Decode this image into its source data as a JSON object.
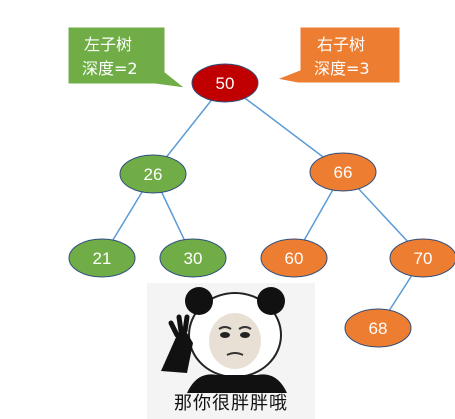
{
  "tree": {
    "nodes": [
      {
        "id": "n50",
        "label": "50",
        "group": "root"
      },
      {
        "id": "n26",
        "label": "26",
        "group": "left"
      },
      {
        "id": "n66",
        "label": "66",
        "group": "right"
      },
      {
        "id": "n21",
        "label": "21",
        "group": "left"
      },
      {
        "id": "n30",
        "label": "30",
        "group": "left"
      },
      {
        "id": "n60",
        "label": "60",
        "group": "right"
      },
      {
        "id": "n70",
        "label": "70",
        "group": "right"
      },
      {
        "id": "n68",
        "label": "68",
        "group": "right"
      }
    ],
    "edges": [
      [
        "n50",
        "n26"
      ],
      [
        "n50",
        "n66"
      ],
      [
        "n26",
        "n21"
      ],
      [
        "n26",
        "n30"
      ],
      [
        "n66",
        "n60"
      ],
      [
        "n66",
        "n70"
      ],
      [
        "n70",
        "n68"
      ]
    ],
    "colors": {
      "root": "#c00000",
      "left": "#70ad47",
      "right": "#ed7d31",
      "edge": "#5b9bd5"
    }
  },
  "callouts": {
    "left": {
      "line1": "左子树",
      "line2": "深度=2",
      "color": "#70ad47"
    },
    "right": {
      "line1": "右子树",
      "line2": "深度=3",
      "color": "#ed7d31"
    }
  },
  "meme": {
    "caption": "那你很胖胖哦"
  }
}
